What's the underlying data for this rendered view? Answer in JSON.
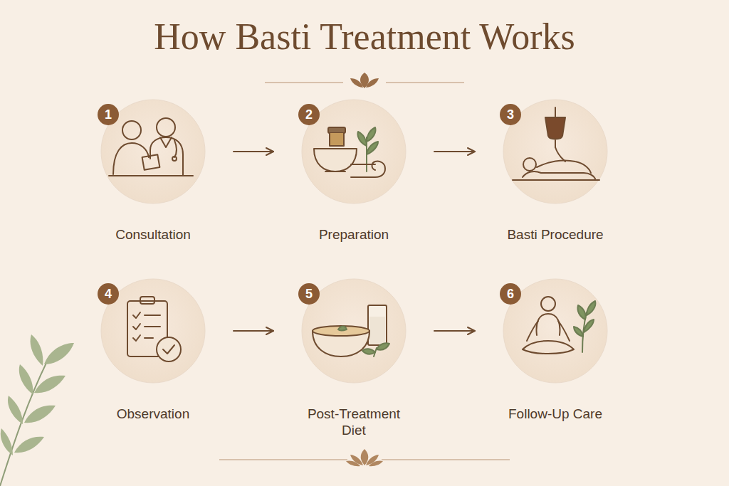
{
  "diagram": {
    "title": "How Basti Treatment Works",
    "nodes": [
      {
        "text": [
          "Consultation"
        ]
      },
      {
        "text": [
          "Preparation"
        ]
      },
      {
        "text": [
          "Basti Procedure"
        ]
      },
      {
        "text": [
          "Observation"
        ]
      },
      {
        "text": [
          "Post-Treatment Diet"
        ]
      },
      {
        "text": [
          "Follow-Up Care"
        ]
      }
    ],
    "edges": [
      {
        "from": 0,
        "to": 1,
        "arrow": "to"
      },
      {
        "from": 1,
        "to": 2,
        "arrow": "to"
      },
      {
        "from": 3,
        "to": 4,
        "arrow": "to"
      },
      {
        "from": 4,
        "to": 5,
        "arrow": "to"
      }
    ],
    "labels": [
      "1",
      "2",
      "3",
      "4",
      "5",
      "6"
    ]
  }
}
